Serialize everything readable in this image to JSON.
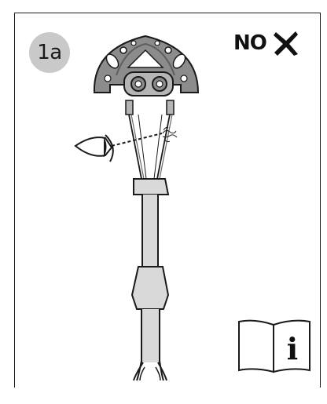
{
  "step": {
    "label": "1a"
  },
  "verdict": {
    "label": "NO",
    "icon": "cross-icon",
    "color": "#111111"
  },
  "illustration": {
    "subject": "cam-with-sling-illustration",
    "inspection": "eye-icon",
    "defect": "frayed-cable-mark",
    "metal_color": "#8c8c8c",
    "sling_color": "#d9d9d9"
  },
  "manual": {
    "icon": "instruction-manual-icon",
    "glyph": "i"
  }
}
